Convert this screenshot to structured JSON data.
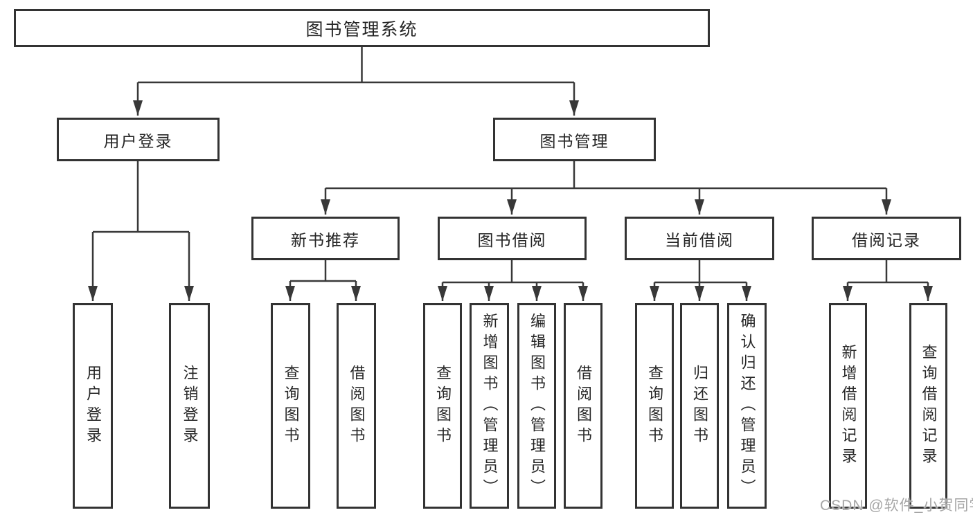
{
  "diagram": {
    "type": "hierarchy-tree",
    "root": {
      "label": "图书管理系统"
    },
    "level2": [
      {
        "id": "user-login",
        "label": "用户登录"
      },
      {
        "id": "book-management",
        "label": "图书管理"
      }
    ],
    "level3": [
      {
        "id": "new-book-recommend",
        "label": "新书推荐",
        "parent": "book-management"
      },
      {
        "id": "book-borrow",
        "label": "图书借阅",
        "parent": "book-management"
      },
      {
        "id": "current-borrow",
        "label": "当前借阅",
        "parent": "book-management"
      },
      {
        "id": "borrow-record",
        "label": "借阅记录",
        "parent": "book-management"
      }
    ],
    "leaves": [
      {
        "id": "leaf-user-login",
        "label": "用户登录",
        "parent": "user-login"
      },
      {
        "id": "leaf-logout",
        "label": "注销登录",
        "parent": "user-login"
      },
      {
        "id": "leaf-newrec-query-book",
        "label": "查询图书",
        "parent": "new-book-recommend"
      },
      {
        "id": "leaf-newrec-borrow-book",
        "label": "借阅图书",
        "parent": "new-book-recommend"
      },
      {
        "id": "leaf-borrow-query-book",
        "label": "查询图书",
        "parent": "book-borrow"
      },
      {
        "id": "leaf-borrow-add-book",
        "label": "新增图书（管理员）",
        "parent": "book-borrow"
      },
      {
        "id": "leaf-borrow-edit-book",
        "label": "编辑图书（管理员）",
        "parent": "book-borrow"
      },
      {
        "id": "leaf-borrow-borrow-book",
        "label": "借阅图书",
        "parent": "book-borrow"
      },
      {
        "id": "leaf-current-query-book",
        "label": "查询图书",
        "parent": "current-borrow"
      },
      {
        "id": "leaf-current-return-book",
        "label": "归还图书",
        "parent": "current-borrow"
      },
      {
        "id": "leaf-current-confirm-return",
        "label": "确认归还（管理员）",
        "parent": "current-borrow"
      },
      {
        "id": "leaf-record-add",
        "label": "新增借阅记录",
        "parent": "borrow-record"
      },
      {
        "id": "leaf-record-query",
        "label": "查询借阅记录",
        "parent": "borrow-record"
      }
    ]
  },
  "watermark": {
    "text": "CSDN @软件_小贺同学",
    "color": "#a6a6a6"
  },
  "colors": {
    "line": "#383838",
    "box_border": "#333333",
    "text": "#262626",
    "background": "#ffffff"
  }
}
